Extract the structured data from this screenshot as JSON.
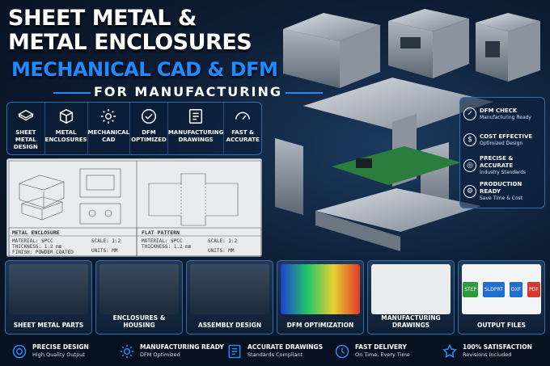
{
  "title": {
    "line1": "SHEET METAL &",
    "line2": "METAL ENCLOSURES",
    "line3": "MECHANICAL CAD & DFM",
    "line4": "FOR MANUFACTURING"
  },
  "services": [
    {
      "label": "SHEET METAL DESIGN",
      "icon": "sheet-metal-icon"
    },
    {
      "label": "METAL ENCLOSURES",
      "icon": "enclosure-cube-icon"
    },
    {
      "label": "MECHANICAL CAD",
      "icon": "gear-icon"
    },
    {
      "label": "DFM OPTIMIZED",
      "icon": "check-circle-icon"
    },
    {
      "label": "MANUFACTURING DRAWINGS",
      "icon": "drawing-icon"
    },
    {
      "label": "FAST & ACCURATE",
      "icon": "speedometer-icon"
    }
  ],
  "drawing": {
    "left_title": "METAL ENCLOSURE",
    "left_material": "MATERIAL: SPCC",
    "left_thickness": "THICKNESS: 1.2 mm",
    "left_finish": "FINISH: POWDER COATED",
    "left_scale": "SCALE: 1:2",
    "left_units": "UNITS: MM",
    "right_title": "FLAT PATTERN",
    "right_material": "MATERIAL: SPCC",
    "right_thickness": "THICKNESS: 1.2 mm",
    "right_scale": "SCALE: 1:2",
    "right_units": "UNITS: MM"
  },
  "features": [
    {
      "title": "DFM CHECK",
      "sub": "Manufacturing Ready",
      "icon": "check-icon"
    },
    {
      "title": "COST EFFECTIVE",
      "sub": "Optimized Design",
      "icon": "dollar-icon"
    },
    {
      "title": "PRECISE & ACCURATE",
      "sub": "Industry Standards",
      "icon": "target-icon"
    },
    {
      "title": "PRODUCTION READY",
      "sub": "Save Time & Cost",
      "icon": "gear-icon"
    }
  ],
  "cards": [
    {
      "label": "SHEET METAL PARTS"
    },
    {
      "label": "ENCLOSURES & HOUSING"
    },
    {
      "label": "ASSEMBLY DESIGN"
    },
    {
      "label": "DFM OPTIMIZATION"
    },
    {
      "label": "MANUFACTURING DRAWINGS"
    },
    {
      "label": "OUTPUT FILES"
    }
  ],
  "file_types": [
    "STEP",
    "SLDPRT",
    "DXF",
    "PDF"
  ],
  "footer": [
    {
      "title": "PRECISE DESIGN",
      "sub": "High Quality Output",
      "icon": "target-icon"
    },
    {
      "title": "MANUFACTURING READY",
      "sub": "DFM Optimized",
      "icon": "gear-icon"
    },
    {
      "title": "ACCURATE DRAWINGS",
      "sub": "Standards Compliant",
      "icon": "drawing-icon"
    },
    {
      "title": "FAST DELIVERY",
      "sub": "On Time, Every Time",
      "icon": "clock-icon"
    },
    {
      "title": "100% SATISFACTION",
      "sub": "Revisions Included",
      "icon": "star-icon"
    }
  ],
  "colors": {
    "accent": "#1e8cff",
    "background": "#0a1424"
  }
}
